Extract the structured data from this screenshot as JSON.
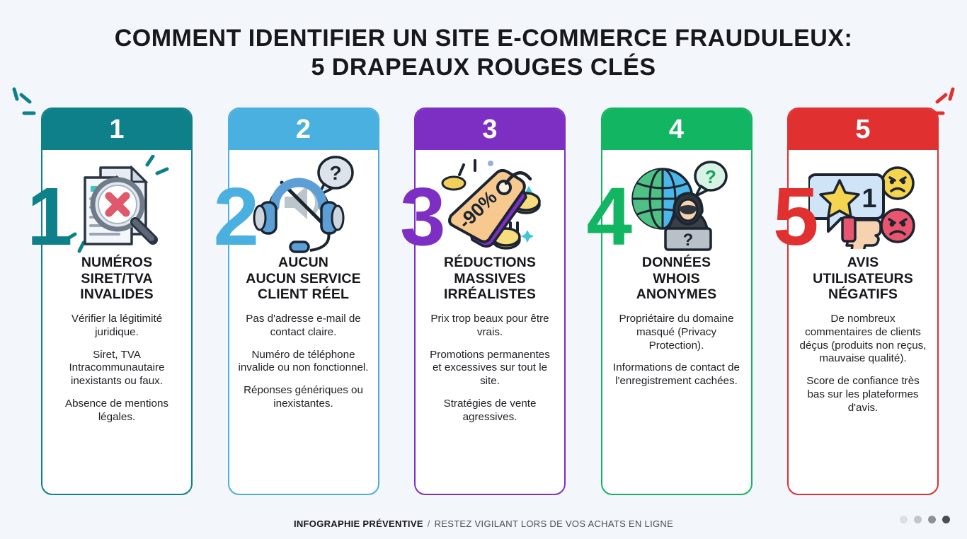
{
  "title": {
    "line1": "COMMENT IDENTIFIER UN SITE E-COMMERCE FRAUDULEUX:",
    "line2": "5 DRAPEAUX ROUGES CLÉS"
  },
  "cards": [
    {
      "number": "1",
      "color": "#0e8089",
      "icon": "document-magnifier-x-icon",
      "title_lines": [
        "NUMÉROS",
        "SIRET/TVA",
        "INVALIDES"
      ],
      "paragraphs": [
        "Vérifier la légitimité juridique.",
        "Siret, TVA Intracommunautaire inexistants ou faux.",
        "Absence de mentions légales."
      ]
    },
    {
      "number": "2",
      "color": "#4ab0e0",
      "icon": "headset-muted-question-icon",
      "title_lines": [
        "AUCUN",
        "AUCUN SERVICE",
        "CLIENT RÉEL"
      ],
      "paragraphs": [
        "Pas d'adresse e-mail de contact claire.",
        "Numéro de téléphone invalide ou non fonctionnel.",
        "Réponses génériques ou inexistantes."
      ]
    },
    {
      "number": "3",
      "color": "#7d2fc4",
      "icon": "price-tag-discount-coins-icon",
      "icon_label": "-90%",
      "title_lines": [
        "RÉDUCTIONS",
        "MASSIVES",
        "IRRÉALISTES"
      ],
      "paragraphs": [
        "Prix trop beaux pour être vrais.",
        "Promotions permanentes et excessives sur tout le site.",
        "Stratégies de vente agressives."
      ]
    },
    {
      "number": "4",
      "color": "#12b561",
      "icon": "globe-anonymous-hacker-icon",
      "title_lines": [
        "DONNÉES",
        "WHOIS",
        "ANONYMES"
      ],
      "paragraphs": [
        "Propriétaire du domaine masqué (Privacy Protection).",
        "Informations de contact de l'enregistrement cachées."
      ]
    },
    {
      "number": "5",
      "color": "#e03030",
      "icon": "one-star-review-thumbsdown-icon",
      "icon_label": "1",
      "title_lines": [
        "AVIS",
        "UTILISATEURS",
        "NÉGATIFS"
      ],
      "paragraphs": [
        "De nombreux commentaires de clients déçus (produits non reçus, mauvaise qualité).",
        "Score de confiance très bas sur les plateformes d'avis."
      ]
    }
  ],
  "footer": {
    "strong": "INFOGRAPHIE PRÉVENTIVE",
    "separator": "/",
    "light": "RESTEZ VIGILANT LORS DE VOS ACHATS EN LIGNE"
  },
  "pagination_dots": [
    "#dcdfe3",
    "#c2c6cb",
    "#8d9298",
    "#4a4e53"
  ],
  "background_color": "#f3f6fb"
}
